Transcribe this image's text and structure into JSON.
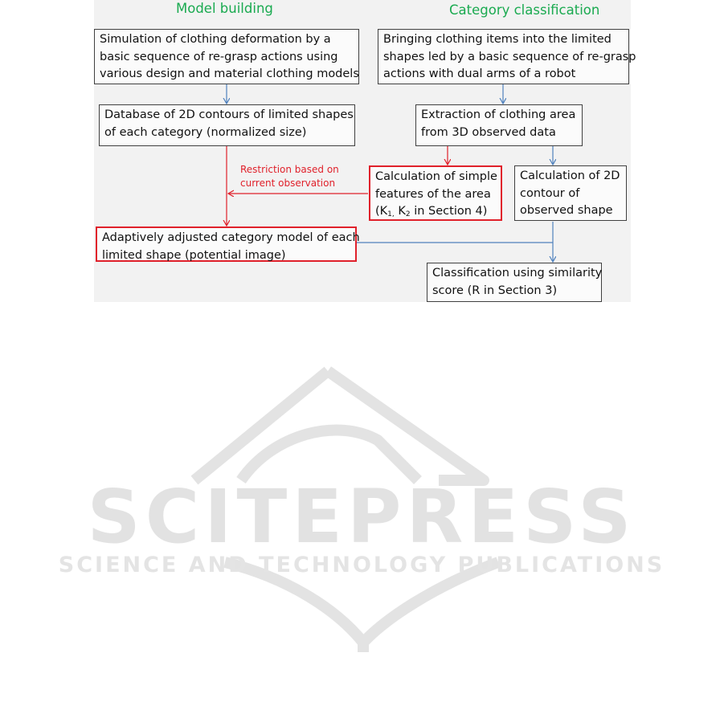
{
  "headings": {
    "left": "Model building",
    "right": "Category classification"
  },
  "boxes": {
    "simulation": [
      "Simulation of clothing deformation by a",
      "basic sequence of re-grasp actions using",
      "various design and material clothing models"
    ],
    "bringing": [
      "Bringing clothing items into the limited",
      "shapes led by a basic sequence of re-grasp",
      "actions with dual arms of a robot"
    ],
    "database": [
      "Database of 2D contours of limited shapes",
      "of each category (normalized size)"
    ],
    "extraction": [
      "Extraction of clothing area",
      "from 3D observed data"
    ],
    "features": {
      "line1": "Calculation of simple",
      "line2": "features of the area",
      "line3_open": "(K",
      "k1_sub": "1,",
      "k_mid": " K",
      "k2_sub": "2",
      "line3_rest": " in Section 4)"
    },
    "contour": [
      "Calculation of 2D",
      "contour of",
      "observed shape"
    ],
    "adaptive": [
      "Adaptively adjusted category model of each",
      "limited shape (potential image)"
    ],
    "classification": [
      "Classification using similarity",
      "score (R in Section 3)"
    ]
  },
  "restriction_label": [
    "Restriction based on",
    "current observation"
  ],
  "watermark": {
    "main": "SCITEPRESS",
    "sub": "SCIENCE AND TECHNOLOGY PUBLICATIONS"
  },
  "colors": {
    "heading_green": "#1aaa50",
    "red": "#e0212b",
    "blue_arrow": "#4f81bd",
    "panel_bg": "#f2f2f2",
    "watermark": "#e6e6e6"
  }
}
